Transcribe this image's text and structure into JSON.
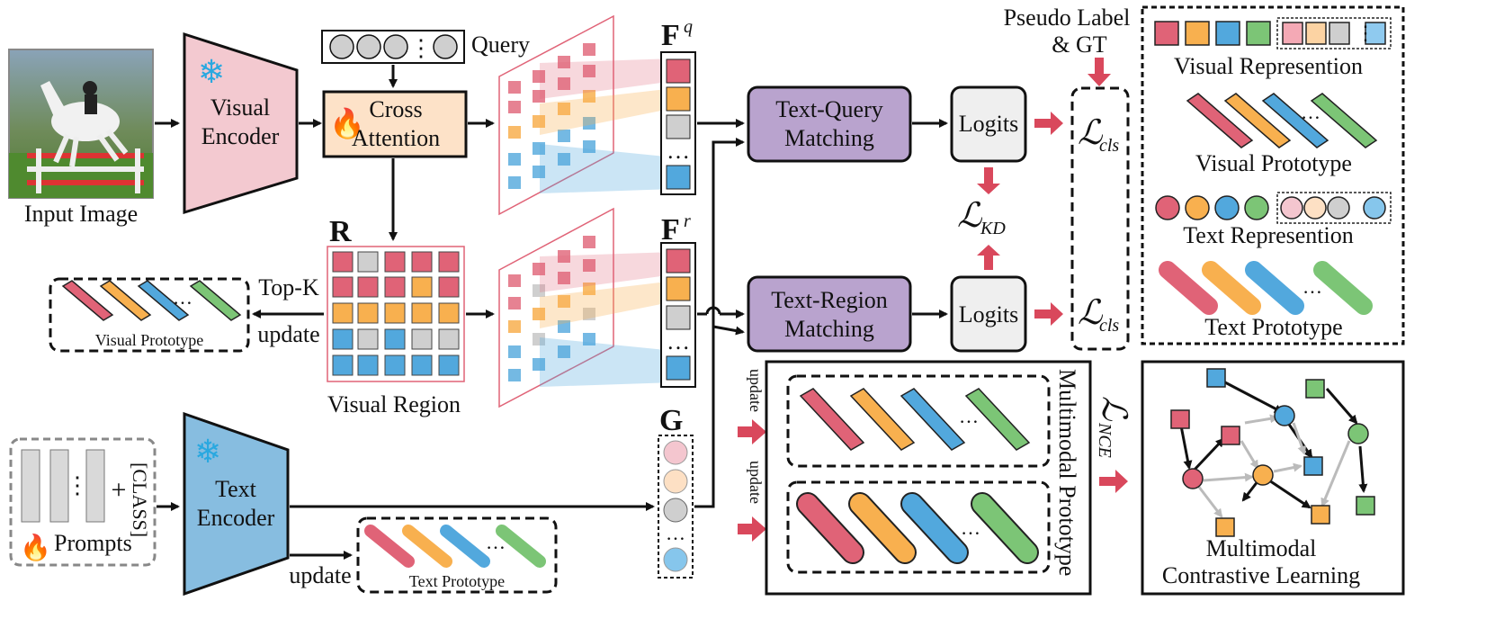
{
  "input_image": {
    "caption": "Input Image"
  },
  "visual_encoder": {
    "line1": "Visual",
    "line2": "Encoder"
  },
  "query": {
    "label": "Query"
  },
  "cross_attention": {
    "line1": "Cross",
    "line2": "Attention"
  },
  "fq": {
    "main": "F",
    "sup": "q"
  },
  "fr": {
    "main": "F",
    "sup": "r"
  },
  "g": {
    "label": "G"
  },
  "r": {
    "label": "R"
  },
  "visual_region": {
    "caption": "Visual Region"
  },
  "topk": {
    "label": "Top-K",
    "update": "update"
  },
  "visual_proto_small": {
    "caption": "Visual Prototype"
  },
  "text_encoder": {
    "line1": "Text",
    "line2": "Encoder"
  },
  "prompts": {
    "label": "Prompts",
    "class_token": "[CLASS]",
    "plus": "+",
    "dots": "⋮"
  },
  "text_update": {
    "label": "update"
  },
  "text_proto_small": {
    "caption": "Text Prototype"
  },
  "tq_matching": {
    "line1": "Text-Query",
    "line2": "Matching"
  },
  "tr_matching": {
    "line1": "Text-Region",
    "line2": "Matching"
  },
  "logits_top": {
    "label": "Logits"
  },
  "logits_bottom": {
    "label": "Logits"
  },
  "loss_kd": {
    "main": "ℒ",
    "sub": "KD"
  },
  "loss_cls_top": {
    "main": "ℒ",
    "sub": "cls"
  },
  "loss_cls_bottom": {
    "main": "ℒ",
    "sub": "cls"
  },
  "pseudo": {
    "line1": "Pseudo Label",
    "line2": "& GT"
  },
  "legend": {
    "visual_represention": "Visual Represention",
    "visual_prototype": "Visual Prototype",
    "text_represention": "Text Represention",
    "text_prototype": "Text Prototype"
  },
  "multimodal_prototype": {
    "title": "Multimodal Prototype",
    "update1": "update",
    "update2": "update"
  },
  "loss_nce": {
    "main": "ℒ",
    "sub": "NCE"
  },
  "contrastive": {
    "line1": "Multimodal",
    "line2": "Contrastive Learning"
  },
  "ellipsis": "…",
  "vdots": "⋮",
  "colors": {
    "red": "#e06377",
    "orange": "#f8b04f",
    "blue": "#52a8dd",
    "green": "#7cc576",
    "purple": "#b9a3ce",
    "pink_enc": "#f3c9d0",
    "blue_enc": "#87bde0",
    "cross_fill": "#fde2c8",
    "arrow_red": "#d9485c",
    "gray": "#cfcfcf"
  }
}
